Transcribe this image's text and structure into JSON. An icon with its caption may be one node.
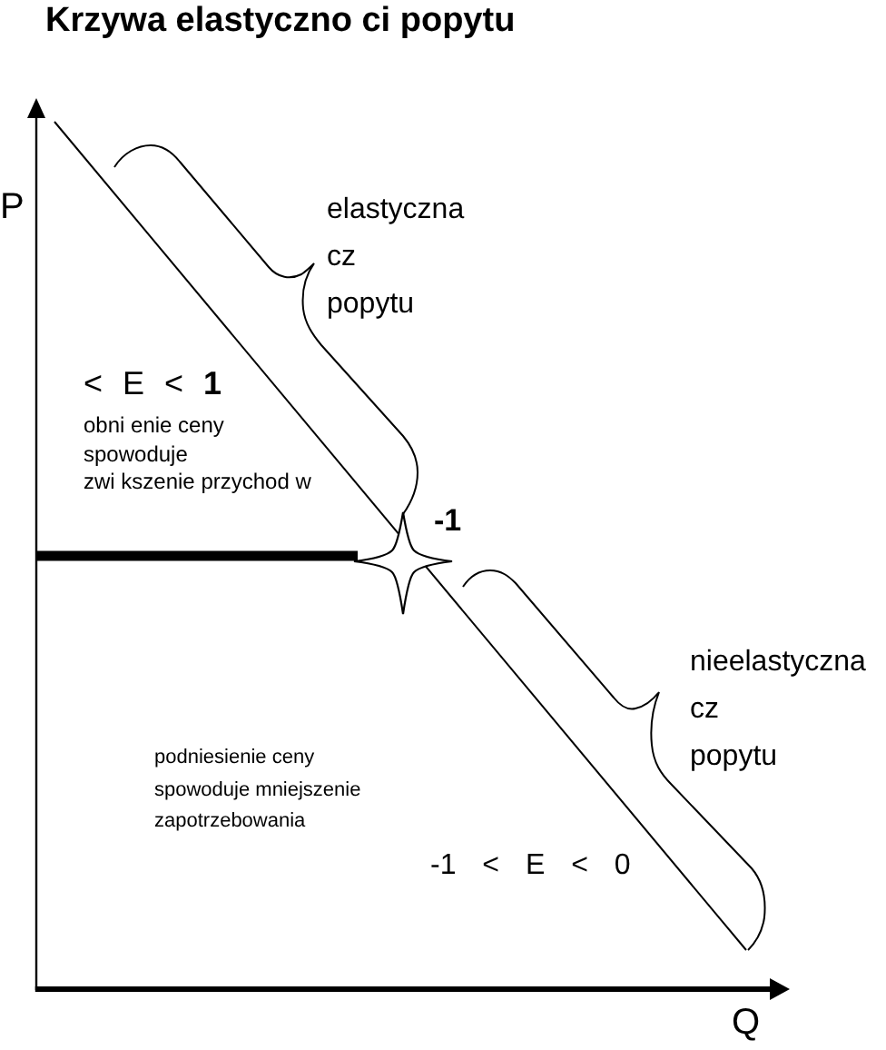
{
  "diagram": {
    "title": "Krzywa elastyczno ci popytu",
    "labels": [
      "P",
      "elastyczna cz popytu",
      "< E < **1**",
      "obni enie ceny spowoduje zwi kszenie przychod w",
      "-1",
      "nieelastyczna cz popytu",
      "podniesienie ceny spowoduje mniejszenie zapotrzebowania",
      "-1 < E < 0",
      "Q"
    ]
  }
}
